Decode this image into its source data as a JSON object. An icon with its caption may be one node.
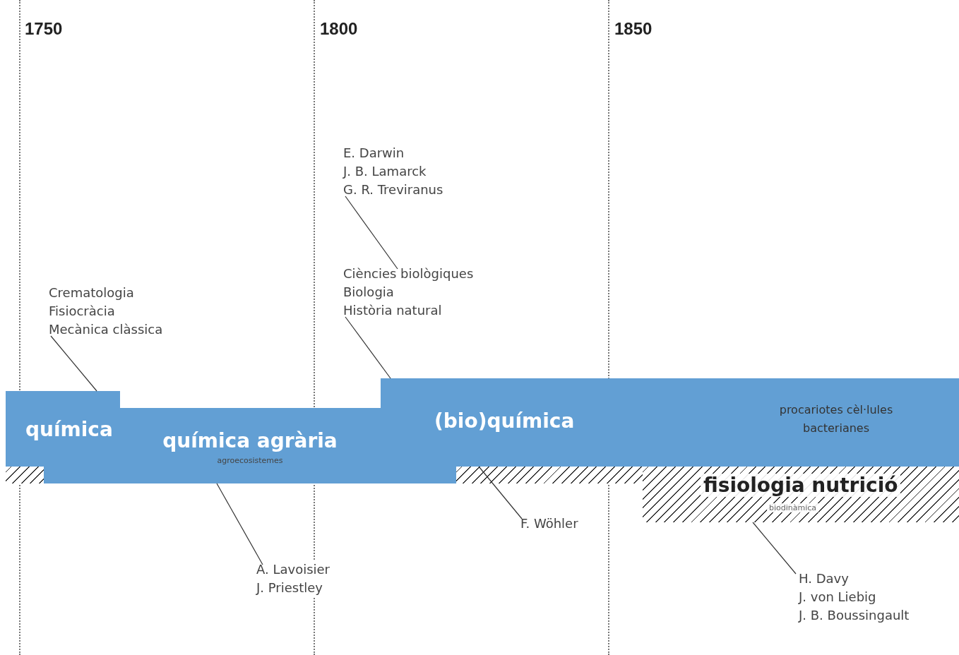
{
  "diagram": {
    "nodes": [
      {
        "text": [
          "química"
        ]
      },
      {
        "text": [
          "química agrària",
          "agroecosistemes"
        ]
      },
      {
        "text": [
          "(bio)química",
          "procariotes cèl·lules bacterianes"
        ]
      },
      {
        "text": [
          "fisiologia nutrició",
          "biodinàmica"
        ]
      },
      {
        "text": [
          "Crematologia",
          "Fisiocràcia",
          "Mecànica clàssica"
        ]
      },
      {
        "text": [
          "E. Darwin",
          "J. B. Lamarck",
          "G. R. Treviranus"
        ]
      },
      {
        "text": [
          "Ciències biològiques",
          "Biologia",
          "Història natural"
        ]
      },
      {
        "text": [
          "A. Lavoisier",
          "J. Priestley"
        ]
      },
      {
        "text": [
          "F. Wöhler"
        ]
      },
      {
        "text": [
          "H. Davy",
          "J. von Liebig",
          "J. B. Boussingault"
        ]
      }
    ],
    "edges": [
      {
        "from": 4,
        "to": 0,
        "arrow": "none"
      },
      {
        "from": 5,
        "to": 6,
        "arrow": "none"
      },
      {
        "from": 6,
        "to": 2,
        "arrow": "none"
      },
      {
        "from": 7,
        "to": 1,
        "arrow": "none"
      },
      {
        "from": 8,
        "to": 2,
        "arrow": "none"
      },
      {
        "from": 9,
        "to": 3,
        "arrow": "none"
      }
    ],
    "labels": [
      "1750",
      "1800",
      "1850"
    ]
  }
}
